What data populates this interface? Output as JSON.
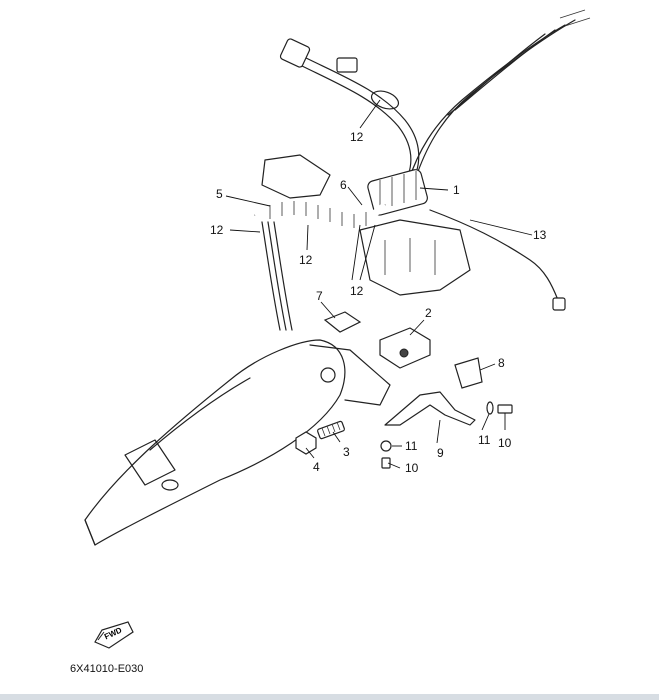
{
  "figure": {
    "part_code": "6X41010-E030",
    "fwd_label": "FWD",
    "callouts": {
      "c1": "1",
      "c2": "2",
      "c3": "3",
      "c4": "4",
      "c5": "5",
      "c6": "6",
      "c7": "7",
      "c8": "8",
      "c9": "9",
      "c10a": "10",
      "c10b": "10",
      "c11a": "11",
      "c11b": "11",
      "c12a": "12",
      "c12b": "12",
      "c12c": "12",
      "c12d": "12",
      "c13": "13"
    }
  }
}
